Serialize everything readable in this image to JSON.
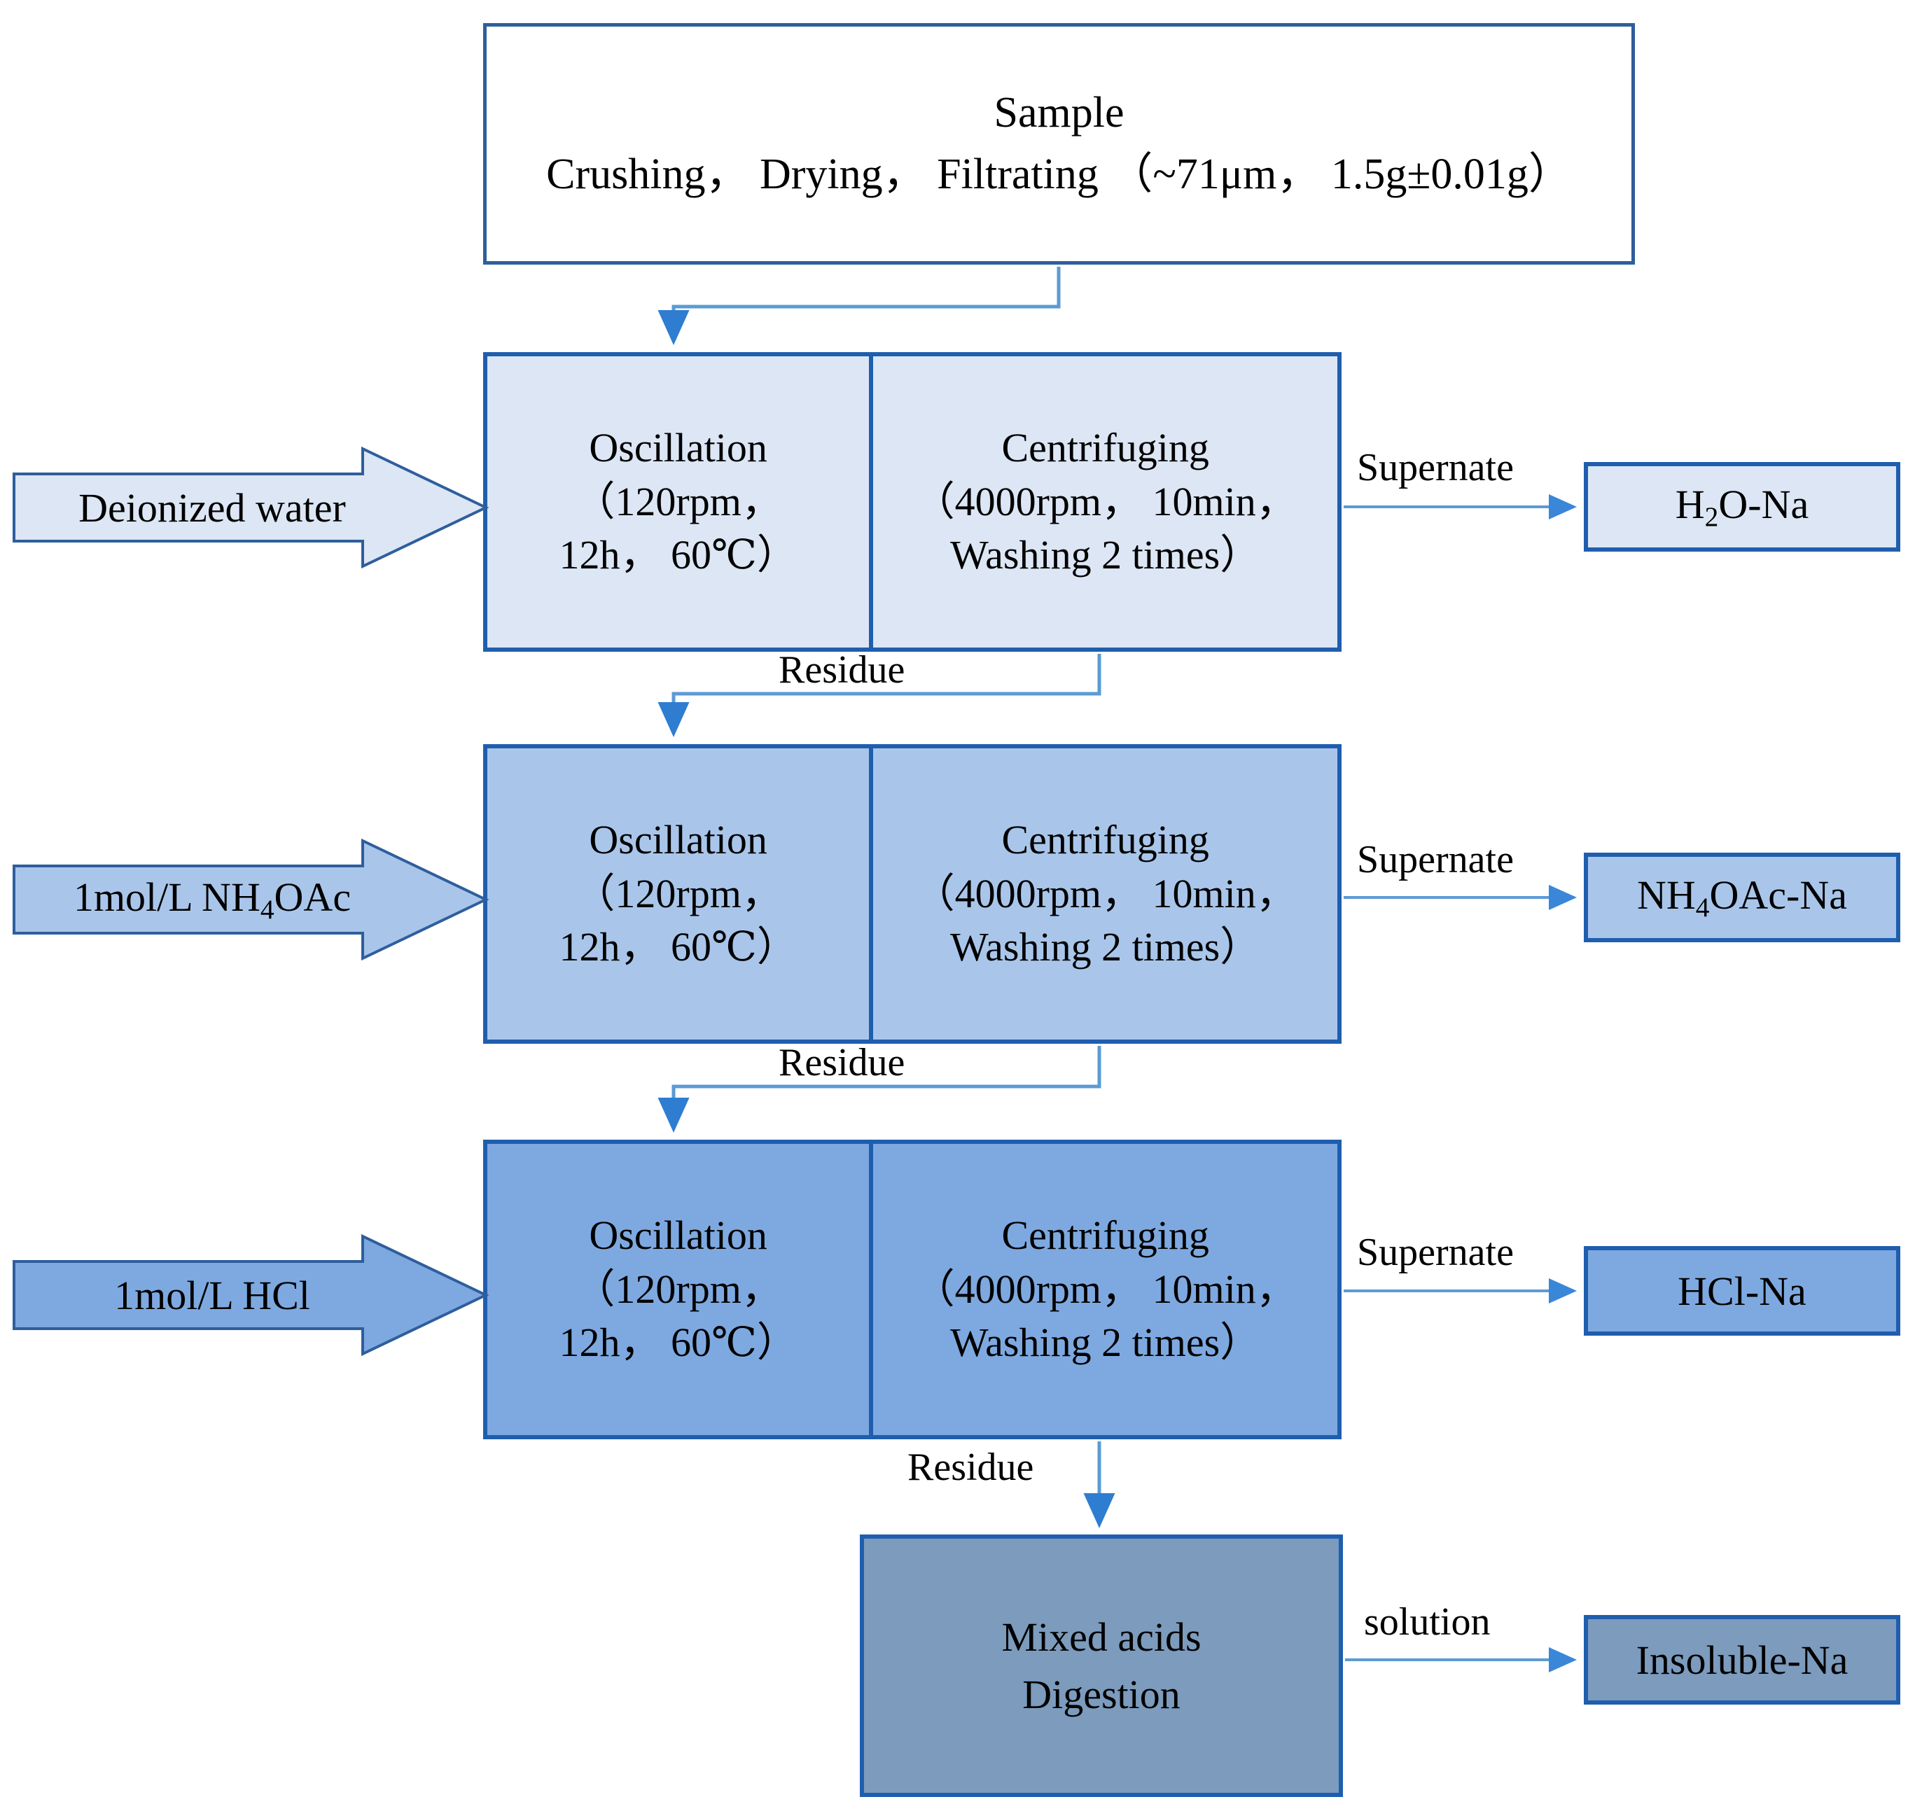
{
  "diagram": {
    "title_box": {
      "line1": "Sample",
      "line2": "Crushing， Drying， Filtrating （~71μm， 1.5g±0.01g）"
    },
    "process_rows": [
      {
        "id": "row-1",
        "fill": "#DCE6F4",
        "oscillation_title": "Oscillation",
        "oscillation_line2": "（120rpm，",
        "oscillation_line3": "12h， 60℃）",
        "centrifuging_title": "Centrifuging",
        "centrifuging_line2": "（4000rpm， 10min，",
        "centrifuging_line3": "Washing 2 times）"
      },
      {
        "id": "row-2",
        "fill": "#A9C6EA",
        "oscillation_title": "Oscillation",
        "oscillation_line2": "（120rpm，",
        "oscillation_line3": "12h， 60℃）",
        "centrifuging_title": "Centrifuging",
        "centrifuging_line2": "（4000rpm， 10min，",
        "centrifuging_line3": "Washing 2 times）"
      },
      {
        "id": "row-3",
        "fill": "#7EA9E0",
        "oscillation_title": "Oscillation",
        "oscillation_line2": "（120rpm，",
        "oscillation_line3": "12h， 60℃）",
        "centrifuging_title": "Centrifuging",
        "centrifuging_line2": "（4000rpm， 10min，",
        "centrifuging_line3": "Washing 2 times）"
      }
    ],
    "reagents": [
      {
        "label": "Deionized water",
        "fill": "#DCE6F4"
      },
      {
        "label_pre": "1mol/L NH",
        "label_sub": "4",
        "label_post": "OAc",
        "fill": "#A9C6EA"
      },
      {
        "label": "1mol/L HCl",
        "fill": "#7EA9E0"
      }
    ],
    "digestion": {
      "line1": "Mixed acids",
      "line2": "Digestion",
      "fill": "#7C9BBD"
    },
    "outputs": [
      {
        "pre": "H",
        "sub": "2",
        "post": "O-Na",
        "fill": "#DCE6F4"
      },
      {
        "pre": "NH",
        "sub": "4",
        "post": "OAc-Na",
        "fill": "#A9C6EA"
      },
      {
        "pre": "HCl-Na",
        "sub": "",
        "post": "",
        "fill": "#7EA9E0"
      },
      {
        "pre": "Insoluble-Na",
        "sub": "",
        "post": "",
        "fill": "#7C9BBD"
      }
    ],
    "edge_labels": {
      "supernate_1": "Supernate",
      "supernate_2": "Supernate",
      "supernate_3": "Supernate",
      "solution": "solution",
      "residue_1": "Residue",
      "residue_2": "Residue",
      "residue_3": "Residue"
    },
    "colors": {
      "border_dark": "#1F5EAE",
      "connector": "#5B9BD5",
      "title_border": "#2E5E9C"
    }
  }
}
